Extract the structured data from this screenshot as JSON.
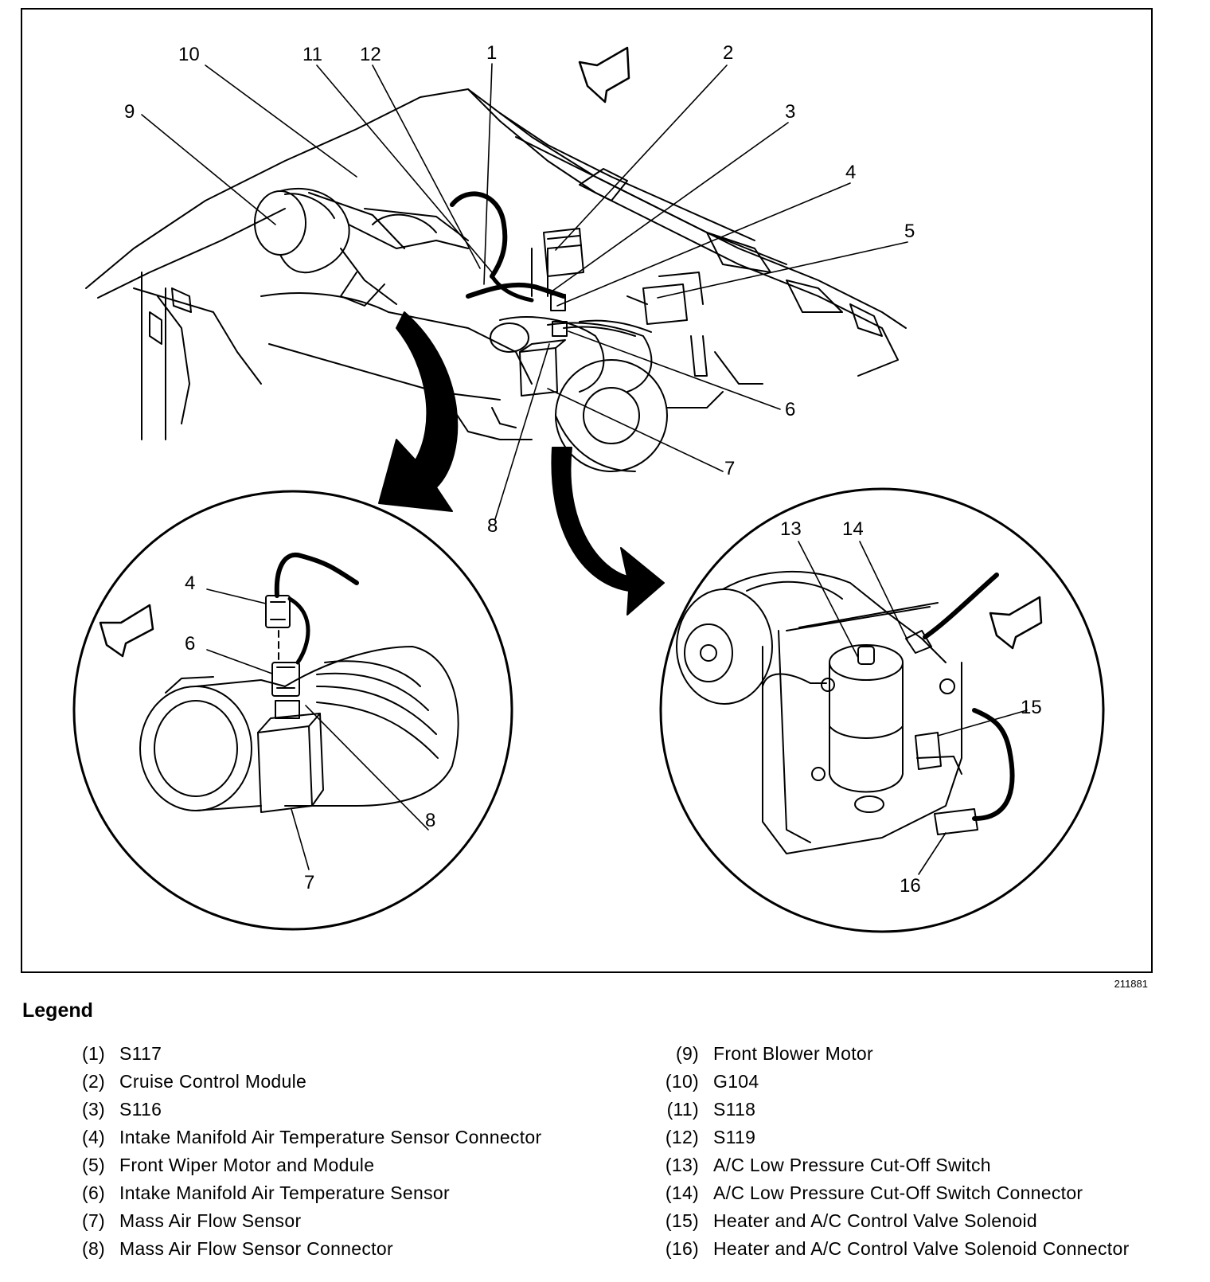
{
  "figure_id": "211881",
  "legend": {
    "title": "Legend",
    "left": [
      {
        "num": "(1)",
        "text": "S117"
      },
      {
        "num": "(2)",
        "text": "Cruise Control Module"
      },
      {
        "num": "(3)",
        "text": "S116"
      },
      {
        "num": "(4)",
        "text": "Intake Manifold Air Temperature Sensor Connector"
      },
      {
        "num": "(5)",
        "text": "Front Wiper Motor and Module"
      },
      {
        "num": "(6)",
        "text": "Intake Manifold Air Temperature Sensor"
      },
      {
        "num": "(7)",
        "text": "Mass Air Flow Sensor"
      },
      {
        "num": "(8)",
        "text": "Mass Air Flow Sensor Connector"
      }
    ],
    "right": [
      {
        "num": "(9)",
        "text": "Front Blower Motor"
      },
      {
        "num": "(10)",
        "text": "G104"
      },
      {
        "num": "(11)",
        "text": "S118"
      },
      {
        "num": "(12)",
        "text": "S119"
      },
      {
        "num": "(13)",
        "text": "A/C Low Pressure Cut-Off Switch"
      },
      {
        "num": "(14)",
        "text": "A/C Low Pressure Cut-Off Switch Connector"
      },
      {
        "num": "(15)",
        "text": "Heater and A/C Control Valve Solenoid"
      },
      {
        "num": "(16)",
        "text": "Heater and A/C Control Valve Solenoid Connector"
      }
    ]
  },
  "callouts": {
    "c1": "1",
    "c2": "2",
    "c3": "3",
    "c4": "4",
    "c5": "5",
    "c6": "6",
    "c7": "7",
    "c8": "8",
    "c9": "9",
    "c10": "10",
    "c11": "11",
    "c12": "12",
    "l4": "4",
    "l6": "6",
    "l7": "7",
    "l8": "8",
    "r13": "13",
    "r14": "14",
    "r15": "15",
    "r16": "16"
  }
}
